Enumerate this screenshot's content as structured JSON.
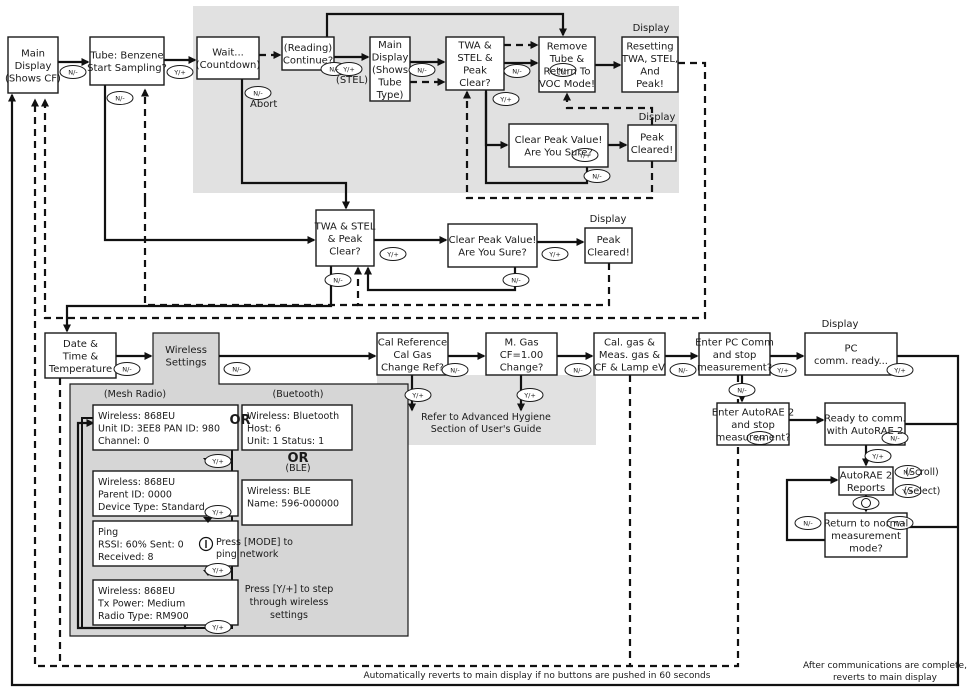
{
  "diagram": {
    "title": "Basic Operation Flow (Tube: Benzene)",
    "boxes": [
      {
        "id": "main-display",
        "lines": [
          "Main",
          "Display",
          "(Shows CF)"
        ]
      },
      {
        "id": "tube-benzene",
        "lines": [
          "Tube: Benzene",
          "Start Sampling?"
        ]
      },
      {
        "id": "wait-countdown",
        "lines": [
          "Wait...",
          "(Countdown)"
        ]
      },
      {
        "id": "reading-continue",
        "lines": [
          "(Reading)",
          "Continue?"
        ]
      },
      {
        "id": "main-display-tube",
        "lines": [
          "Main",
          "Display",
          "(Shows",
          "Tube",
          "Type)"
        ]
      },
      {
        "id": "twa-stel-peak-clear-top",
        "lines": [
          "TWA &",
          "STEL &",
          "Peak",
          "Clear?"
        ]
      },
      {
        "id": "remove-tube",
        "lines": [
          "Remove",
          "Tube &",
          "Return To",
          "VOC Mode!"
        ]
      },
      {
        "id": "resetting",
        "lines": [
          "Resetting",
          "TWA, STEL,",
          "And",
          "Peak!"
        ]
      },
      {
        "id": "clear-peak-top",
        "lines": [
          "Clear Peak Value!",
          "Are You Sure?"
        ]
      },
      {
        "id": "peak-cleared-top",
        "lines": [
          "Peak",
          "Cleared!"
        ]
      },
      {
        "id": "twa-stel-peak-clear-mid",
        "lines": [
          "TWA & STEL",
          "& Peak",
          "Clear?"
        ]
      },
      {
        "id": "clear-peak-mid",
        "lines": [
          "Clear Peak Value!",
          "Are You Sure?"
        ]
      },
      {
        "id": "peak-cleared-mid",
        "lines": [
          "Peak",
          "Cleared!"
        ]
      },
      {
        "id": "date-time",
        "lines": [
          "Date &",
          "Time &",
          "Temperature"
        ]
      },
      {
        "id": "wireless-settings",
        "lines": [
          "Wireless",
          "Settings"
        ]
      },
      {
        "id": "cal-reference",
        "lines": [
          "Cal Reference",
          "Cal Gas",
          "Change Ref?"
        ]
      },
      {
        "id": "m-gas",
        "lines": [
          "M. Gas",
          "CF=1.00",
          "Change?"
        ]
      },
      {
        "id": "cal-gas-meas",
        "lines": [
          "Cal. gas &",
          "Meas. gas &",
          "CF & Lamp eV"
        ]
      },
      {
        "id": "enter-pc-comm",
        "lines": [
          "Enter PC Comm",
          "and stop",
          "measurement?"
        ]
      },
      {
        "id": "pc-comm-ready",
        "lines": [
          "PC",
          "comm. ready..."
        ]
      },
      {
        "id": "enter-autorae",
        "lines": [
          "Enter AutoRAE 2",
          "and stop",
          "measurement?"
        ]
      },
      {
        "id": "ready-autorae",
        "lines": [
          "Ready to comm.",
          "with AutoRAE 2"
        ]
      },
      {
        "id": "autorae-reports",
        "lines": [
          "AutoRAE 2",
          "Reports"
        ]
      },
      {
        "id": "return-normal",
        "lines": [
          "Return to normal",
          "measurement",
          "mode?"
        ]
      }
    ],
    "wireless_panels": [
      {
        "id": "mesh-1",
        "lines": [
          "Wireless: 868EU",
          "Unit ID: 3EE8  PAN ID: 980",
          "Channel: 0"
        ]
      },
      {
        "id": "mesh-2",
        "lines": [
          "Wireless: 868EU",
          "Parent ID: 0000",
          "Device Type: Standard"
        ]
      },
      {
        "id": "mesh-3",
        "lines": [
          "Ping",
          "RSSI: 60%   Sent: 0",
          "Received: 8"
        ]
      },
      {
        "id": "mesh-4",
        "lines": [
          "Wireless: 868EU",
          "Tx Power: Medium",
          "Radio Type: RM900"
        ]
      },
      {
        "id": "bluetooth",
        "lines": [
          "Wireless: Bluetooth",
          "Host: 6",
          "Unit: 1     Status: 1"
        ]
      },
      {
        "id": "ble",
        "lines": [
          "Wireless: BLE",
          "Name: 596-000000"
        ]
      }
    ],
    "labels": {
      "display": "Display",
      "abort": "Abort",
      "stel": "(STEL)",
      "mesh_radio": "(Mesh Radio)",
      "bluetooth": "(Buetooth)",
      "ble": "(BLE)",
      "or": "OR",
      "press_mode": [
        "Press [MODE] to",
        "ping network"
      ],
      "press_y": [
        "Press [Y/+] to step",
        "through wireless",
        "settings"
      ],
      "refer": [
        "Refer to Advanced Hygiene",
        "Section of User's Guide"
      ],
      "scroll": "(Scroll)",
      "select": "(Select)",
      "auto_revert": "Automatically reverts to main display if no buttons are pushed in 60 seconds",
      "after_comm": [
        "After communications are complete,",
        "reverts to main display"
      ]
    },
    "buttons": {
      "no": "N/-",
      "yes": "Y/+",
      "mode": "I"
    },
    "colors": {
      "panel_gray": "#e1e1e1",
      "wireless_gray": "#d6d6d6",
      "line": "#111111"
    }
  }
}
